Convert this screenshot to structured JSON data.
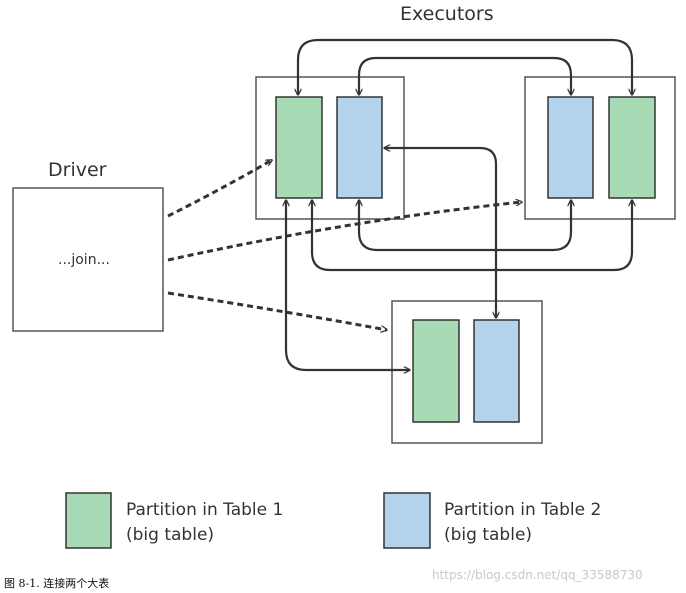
{
  "diagram": {
    "executors_label": "Executors",
    "driver_label": "Driver",
    "driver_code": "...join...",
    "legend": {
      "table1": {
        "line1": "Partition in Table 1",
        "line2": "(big table)"
      },
      "table2": {
        "line1": "Partition in Table 2",
        "line2": "(big table)"
      }
    },
    "colors": {
      "table1": "#a8dab5",
      "table2": "#b3d4ec",
      "stroke": "#333333",
      "box_border": "#555555"
    }
  },
  "caption": "图 8-1. 连接两个大表",
  "watermark": "https://blog.csdn.net/qq_33588730"
}
